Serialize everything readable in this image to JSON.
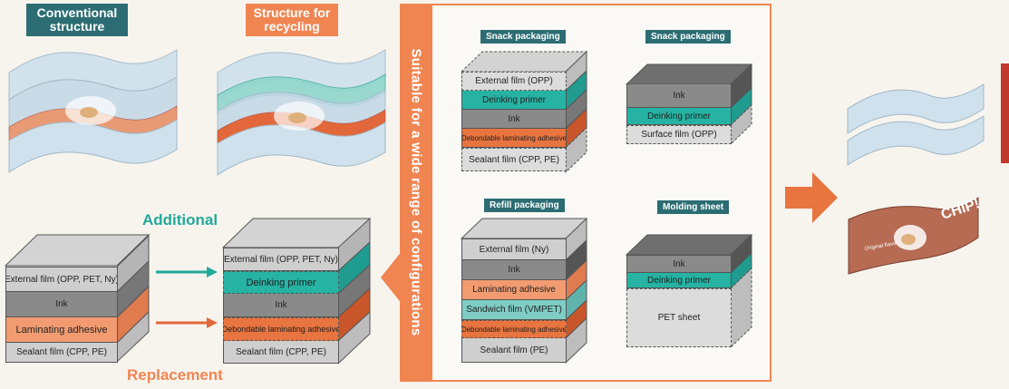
{
  "headers": {
    "conventional": "Conventional\nstructure",
    "recycling": "Structure for\nrecycling"
  },
  "labels": {
    "additional": "Additional",
    "replacement": "Replacement",
    "vertical": "Suitable for a wide range of configurations"
  },
  "conventional_stack": [
    "External film (OPP, PET, Ny)",
    "Ink",
    "Laminating adhesive",
    "Sealant film (CPP, PE)"
  ],
  "recycling_stack": [
    "External film (OPP, PET, Ny)",
    "Deinking primer",
    "Ink",
    "Debondable laminating adhesive",
    "Sealant film (CPP, PE)"
  ],
  "examples": {
    "snack1": {
      "title": "Snack packaging",
      "layers": [
        "External film (OPP)",
        "Deinking primer",
        "Ink",
        "Debondable laminating adhesive",
        "Sealant film (CPP, PE)"
      ]
    },
    "snack2": {
      "title": "Snack packaging",
      "layers": [
        "Ink",
        "Deinking primer",
        "Surface film (OPP)"
      ]
    },
    "refill": {
      "title": "Refill packaging",
      "layers": [
        "External film (Ny)",
        "Ink",
        "Laminating adhesive",
        "Sandwich film (VMPET)",
        "Debondable laminating adhesive",
        "Sealant film (PE)"
      ]
    },
    "molding": {
      "title": "Molding sheet",
      "layers": [
        "Ink",
        "Deinking primer",
        "PET sheet"
      ]
    }
  },
  "package_text": {
    "brand": "CHIP!",
    "sub": "Original flavor"
  },
  "colors": {
    "teal_header": "#2b6d73",
    "orange_accent": "#f08552",
    "teal_primer": "#26b3a4",
    "orange_adhesive": "#e8743f"
  }
}
